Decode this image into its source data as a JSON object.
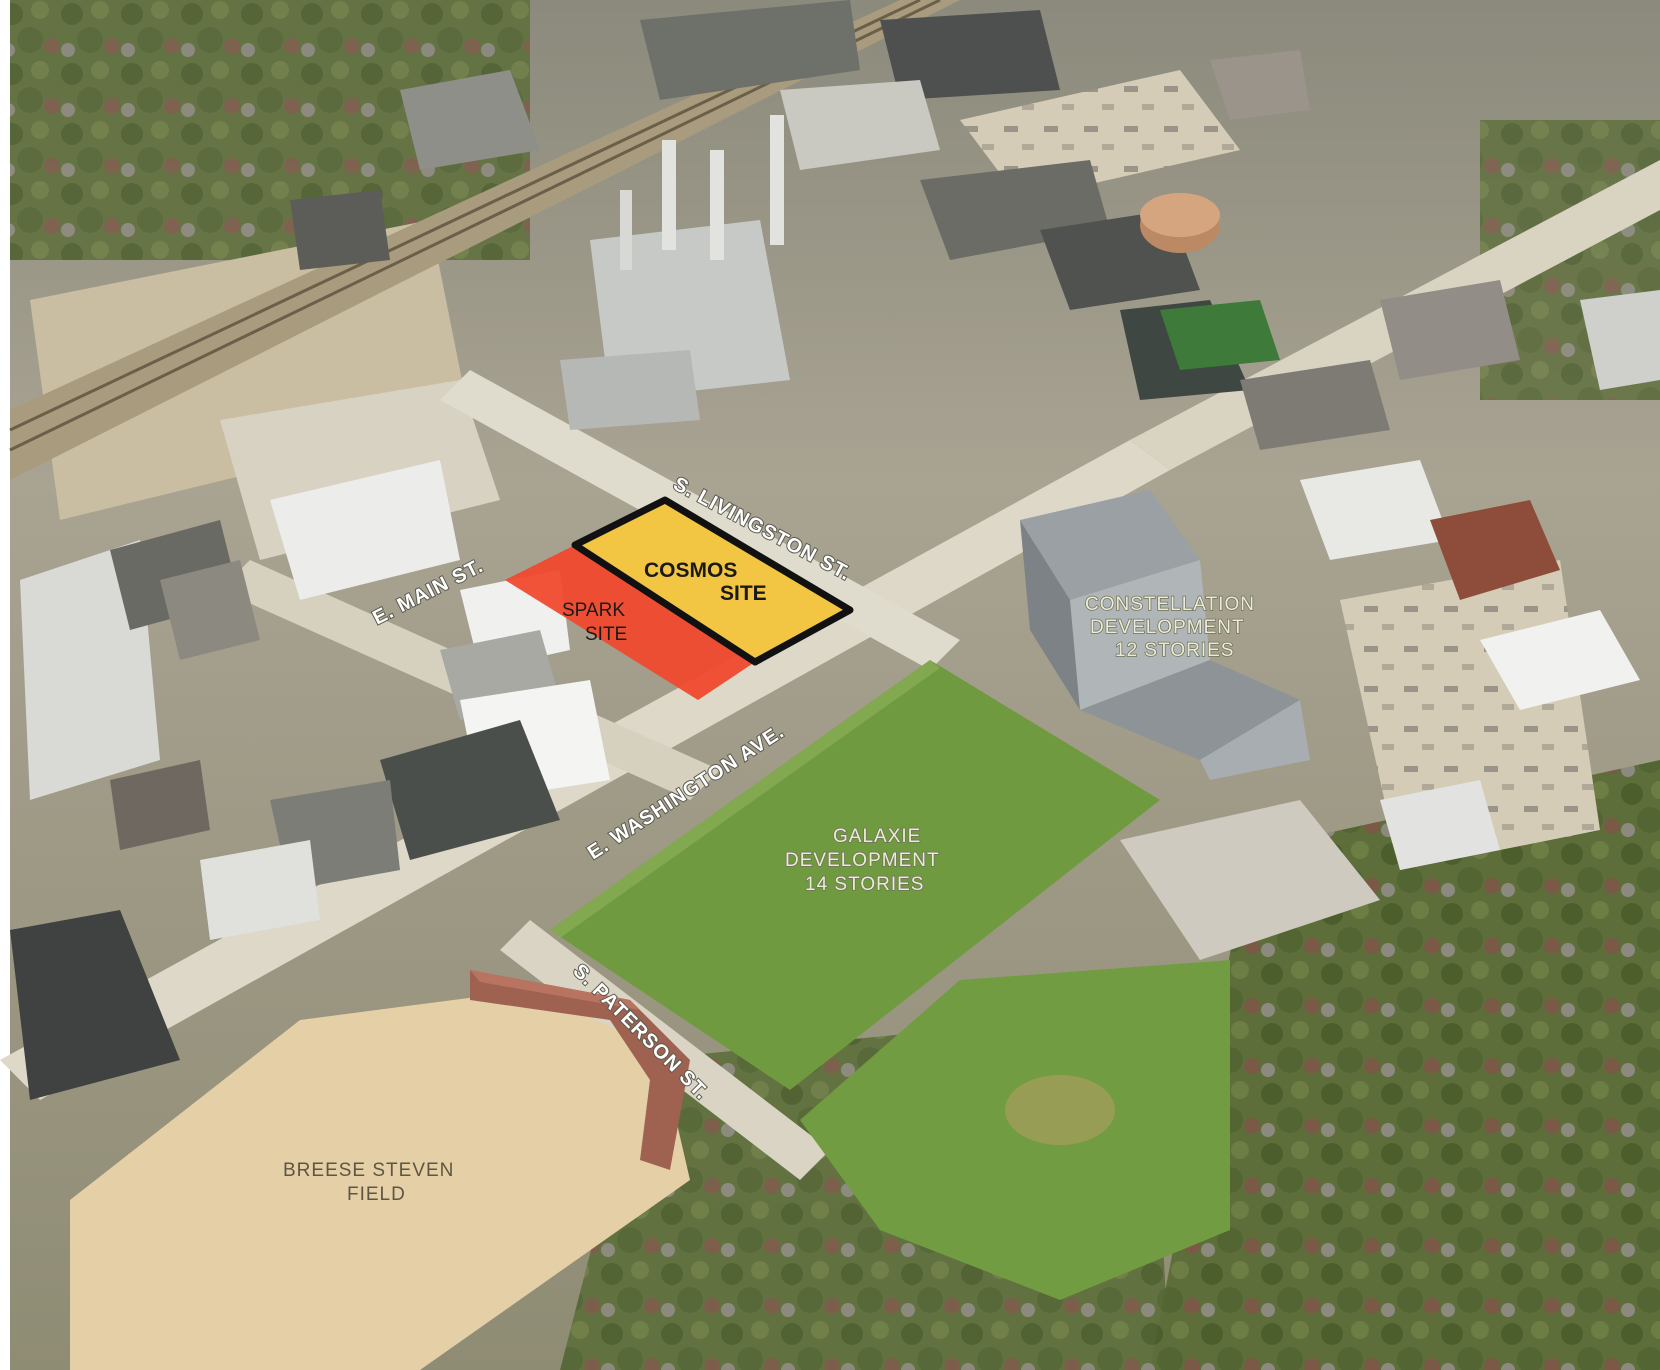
{
  "colors": {
    "spark_site_fill": "#f04a2e",
    "cosmos_site_fill": "#f2c542",
    "cosmos_site_outline": "#111111",
    "grass": "#6f9a3f",
    "ballfield_dirt": "#e4cfa6",
    "street": "#ddd8c8"
  },
  "sites": {
    "spark": {
      "line1": "SPARK",
      "line2": "SITE"
    },
    "cosmos": {
      "line1": "COSMOS",
      "line2": "SITE"
    }
  },
  "streets": {
    "livingston": "S. LIVINGSTON ST.",
    "main": "E. MAIN ST.",
    "washington": "E. WASHINGTON AVE.",
    "paterson": "S. PATERSON ST."
  },
  "labels": {
    "galaxie": {
      "line1": "GALAXIE",
      "line2": "DEVELOPMENT",
      "line3": "14 STORIES"
    },
    "constellation": {
      "line1": "CONSTELLATION",
      "line2": "DEVELOPMENT",
      "line3": "12 STORIES"
    },
    "breese": {
      "line1": "BREESE STEVEN",
      "line2": "FIELD"
    }
  }
}
